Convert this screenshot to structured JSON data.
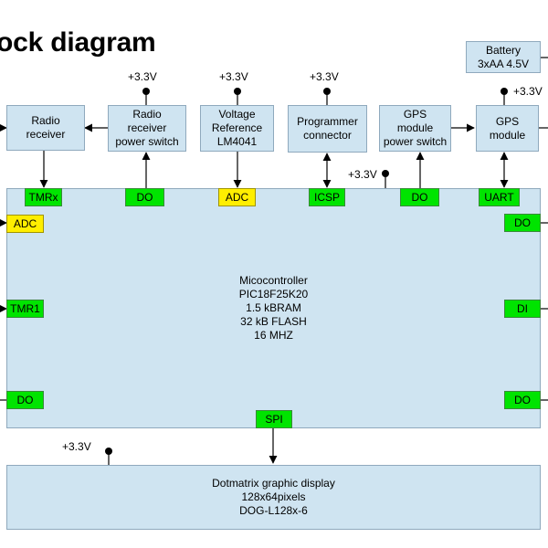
{
  "title": "ock diagram",
  "voltage": "+3.3V",
  "blocks": {
    "battery": "Battery\n3xAA 4.5V",
    "radio_receiver": "Radio\nreceiver",
    "radio_power_switch": "Radio\nreceiver\npower switch",
    "voltage_reference": "Voltage\nReference\nLM4041",
    "programmer_connector": "Programmer\nconnector",
    "gps_power_switch": "GPS\nmodule\npower switch",
    "gps_module": "GPS\nmodule",
    "microcontroller": "Micocontroller\nPIC18F25K20\n1.5 kBRAM\n32 kB FLASH\n16 MHZ",
    "display": "Dotmatrix graphic display\n128x64pixels\nDOG-L128x-6"
  },
  "pins": {
    "top": [
      "TMRx",
      "DO",
      "ADC",
      "ICSP",
      "DO",
      "UART"
    ],
    "left": [
      "ADC",
      "TMR1",
      "DO"
    ],
    "right": [
      "DO",
      "DI",
      "DO"
    ],
    "bottom": "SPI"
  },
  "colors": {
    "block_fill": "#cfe4f1",
    "block_border": "#8fa9bd",
    "pin_green": "#00e400",
    "pin_yellow": "#ffee00"
  }
}
